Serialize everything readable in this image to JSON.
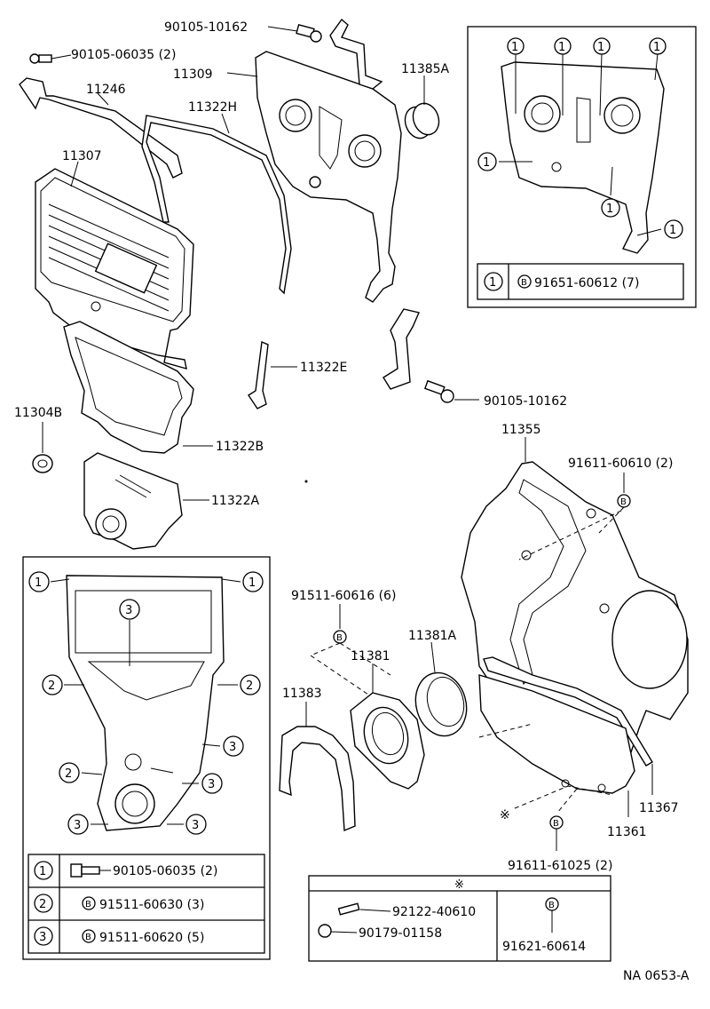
{
  "labels": {
    "p90105_10162_top": "90105-10162",
    "p90105_06035": "90105-06035 (2)",
    "p11309": "11309",
    "p11385A": "11385A",
    "p11246": "11246",
    "p11322H": "11322H",
    "p11307": "11307",
    "p11322E": "11322E",
    "p90105_10162_mid": "90105-10162",
    "p11304B": "11304B",
    "p11322B": "11322B",
    "p11322A": "11322A",
    "p11355": "11355",
    "p91611_60610": "91611-60610 (2)",
    "p91511_60616": "91511-60616 (6)",
    "p11381A": "11381A",
    "p11381": "11381",
    "p11383": "11383",
    "p11367": "11367",
    "p11361": "11361",
    "p91611_61025": "91611-61025 (2)",
    "footer": "NA 0653-A"
  },
  "markers": {
    "one": "1",
    "two": "2",
    "three": "3",
    "b": "B",
    "star": "※"
  },
  "legend_top_right": {
    "row1_part": "91651-60612 (7)"
  },
  "legend_bottom_left": {
    "row1_part": "90105-06035 (2)",
    "row2_part": "91511-60630 (3)",
    "row3_part": "91511-60620 (5)"
  },
  "legend_bottom_mid": {
    "header": "※",
    "part_a": "92122-40610",
    "part_b": "90179-01158",
    "part_c": "91621-60614"
  }
}
